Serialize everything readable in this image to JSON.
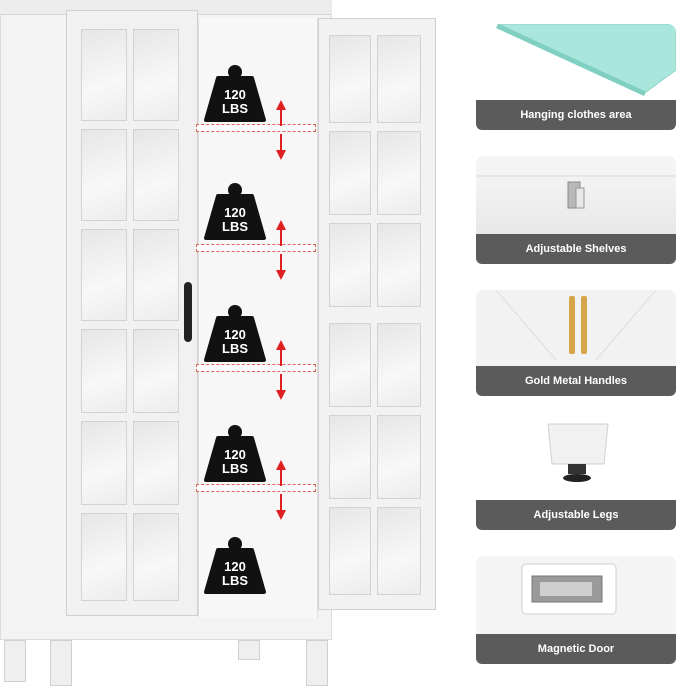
{
  "weight_badges": [
    {
      "number": "120",
      "unit": "LBS"
    },
    {
      "number": "120",
      "unit": "LBS"
    },
    {
      "number": "120",
      "unit": "LBS"
    },
    {
      "number": "120",
      "unit": "LBS"
    },
    {
      "number": "120",
      "unit": "LBS"
    }
  ],
  "features": [
    {
      "label": "Hanging clothes area",
      "icon": "glass-top-icon"
    },
    {
      "label": "Adjustable Shelves",
      "icon": "shelf-bracket-icon"
    },
    {
      "label": "Gold Metal Handles",
      "icon": "gold-handle-icon"
    },
    {
      "label": "Adjustable Legs",
      "icon": "leg-leveler-icon"
    },
    {
      "label": "Magnetic Door",
      "icon": "magnetic-latch-icon"
    }
  ],
  "colors": {
    "cabinet": "#f3f3f3",
    "feature_bar": "#5b5b5b",
    "arrow": "#e02020",
    "badge": "#111111"
  }
}
